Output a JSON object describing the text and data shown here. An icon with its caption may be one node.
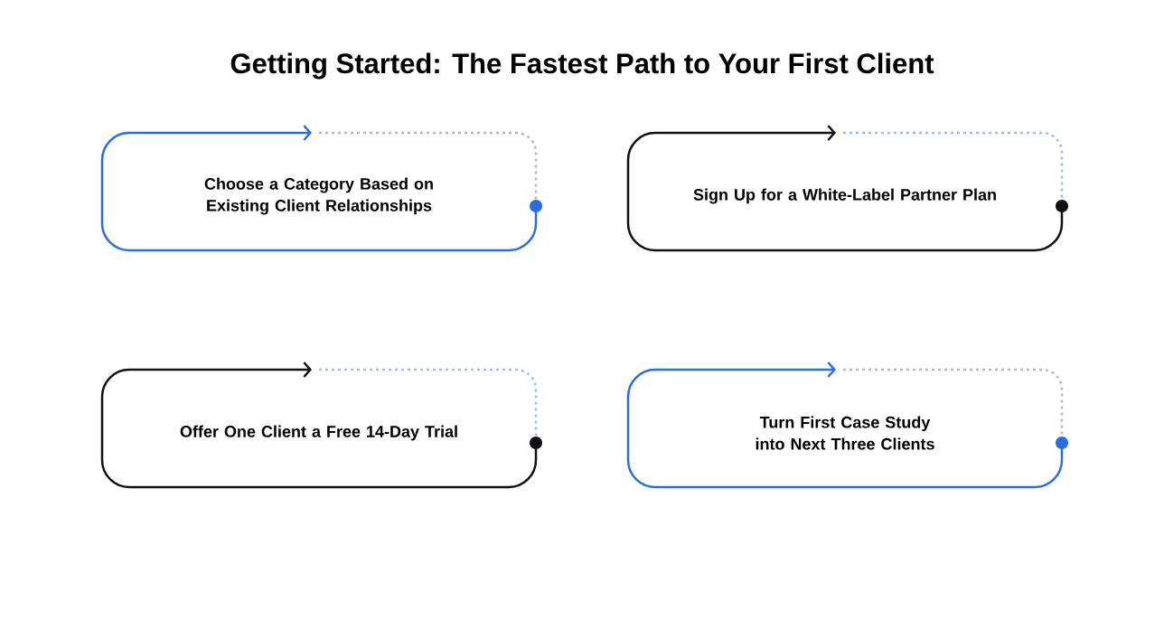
{
  "diagram": {
    "title": "Getting Started: The Fastest Path to Your First Client",
    "nodes": [
      {
        "text": [
          "Choose a Category Based on Existing Client Relationships"
        ]
      },
      {
        "text": [
          "Sign Up for a White-Label Partner Plan"
        ]
      },
      {
        "text": [
          "Offer One Client a Free 14-Day Trial"
        ]
      },
      {
        "text": [
          "Turn First Case Study into Next Three Clients"
        ]
      }
    ]
  }
}
